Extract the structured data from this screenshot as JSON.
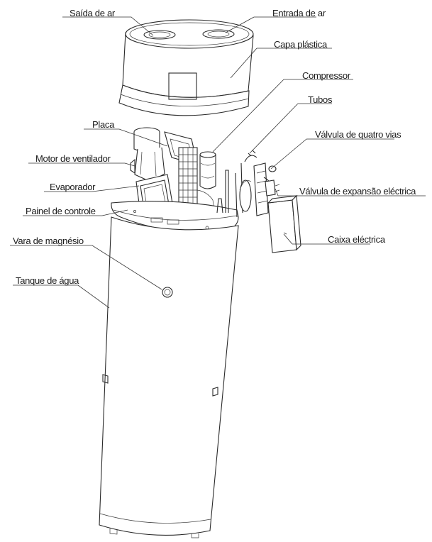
{
  "diagram": {
    "labels": {
      "air_outlet": "Saída de ar",
      "air_inlet": "Entrada de ar",
      "plastic_cover": "Capa plástica",
      "compressor": "Compressor",
      "tubes": "Tubos",
      "plate": "Placa",
      "four_way_valve": "Válvula de quatro vias",
      "fan_motor": "Motor de ventilador",
      "evaporator": "Evaporador",
      "expansion_valve": "Válvula de expansão eléctrica",
      "control_panel": "Painel de controle",
      "electric_box": "Caixa eléctrica",
      "magnesium_rod": "Vara de magnésio",
      "water_tank": "Tanque de água"
    }
  }
}
